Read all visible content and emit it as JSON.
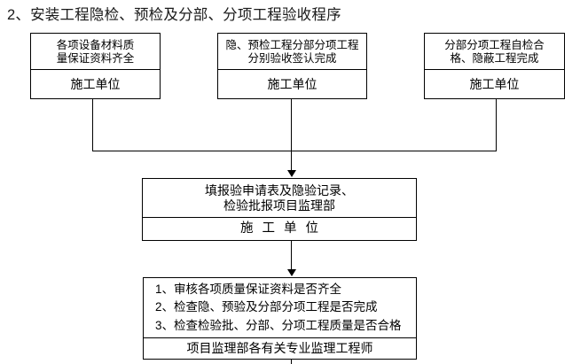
{
  "title": "2、安装工程隐检、预检及分部、分项工程验收程序",
  "boxes": {
    "top_left": {
      "head_line1": "各项设备材料质",
      "head_line2": "量保证资料齐全",
      "foot": "施工单位"
    },
    "top_center": {
      "head_line1": "隐、预检工程分部分项工程",
      "head_line2": "分别验收签认完成",
      "foot": "施工单位"
    },
    "top_right": {
      "head_line1": "分部分项工程自检合",
      "head_line2": "格、隐蔽工程完成",
      "foot": "施工单位"
    },
    "middle": {
      "head_line1": "填报验申请表及隐验记录、",
      "head_line2": "检验批报项目监理部",
      "foot": "施 工 单 位"
    },
    "bottom": {
      "item1": "1、审核各项质量保证资料是否齐全",
      "item2": "2、检查隐、预验及分部分项工程是否完成",
      "item3": "3、检查检验批、分部、分项工程质量是否合格",
      "foot": "项目监理部各有关专业监理工程师"
    }
  },
  "connectors": {
    "left_drop": "left-box-down-connector",
    "right_drop": "right-box-down-connector",
    "bus": "horizontal-merge-bus",
    "center_drop": "center-box-down-connector",
    "arrow_to_middle": "arrow-into-middle-box",
    "middle_to_bottom": "middle-to-bottom-connector",
    "arrow_to_bottom": "arrow-into-bottom-box",
    "bottom_exit": "bottom-box-exit-connector"
  },
  "colors": {
    "stroke": "#000000",
    "text": "#000000",
    "title": "#1a1a1a",
    "background": "#ffffff"
  }
}
